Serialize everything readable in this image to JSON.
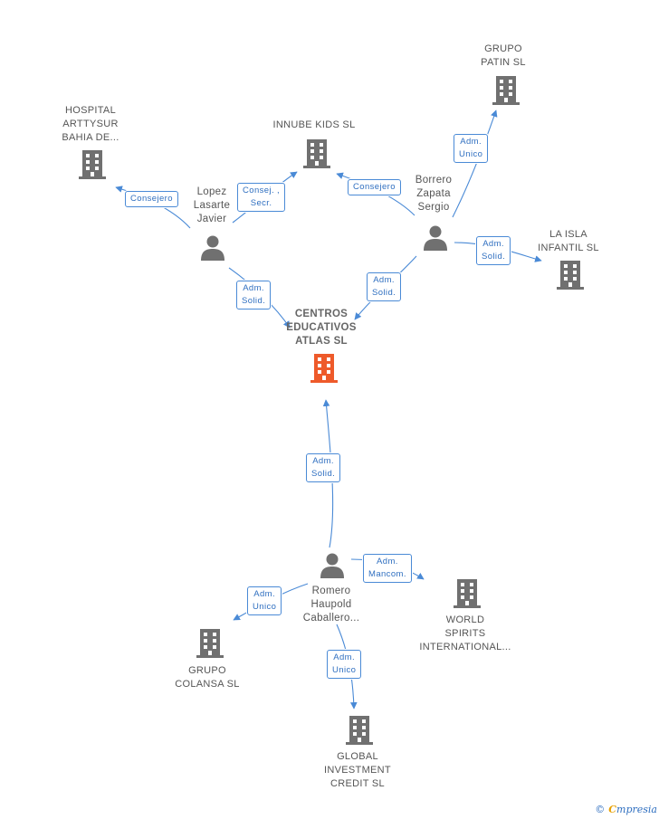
{
  "colors": {
    "edge": "#4a8ad6",
    "building": "#707070",
    "center_building": "#ee5a2a",
    "person": "#707070"
  },
  "nodes": {
    "hospital": [
      "HOSPITAL",
      "ARTTYSUR",
      "BAHIA DE..."
    ],
    "innube": [
      "INNUBE KIDS SL"
    ],
    "grupo_patin": [
      "GRUPO",
      "PATIN SL"
    ],
    "lopez": [
      "Lopez",
      "Lasarte",
      "Javier"
    ],
    "borrero": [
      "Borrero",
      "Zapata",
      "Sergio"
    ],
    "la_isla": [
      "LA ISLA",
      "INFANTIL SL"
    ],
    "centros": [
      "CENTROS",
      "EDUCATIVOS",
      "ATLAS SL"
    ],
    "romero": [
      "Romero",
      "Haupold",
      "Caballero..."
    ],
    "world": [
      "WORLD",
      "SPIRITS",
      "INTERNATIONAL..."
    ],
    "colansa": [
      "GRUPO",
      "COLANSA SL"
    ],
    "global": [
      "GLOBAL",
      "INVESTMENT",
      "CREDIT SL"
    ]
  },
  "edges": {
    "lopez_hospital": [
      "Consejero"
    ],
    "lopez_innube": [
      "Consej. ,",
      "Secr."
    ],
    "borrero_innube": [
      "Consejero"
    ],
    "borrero_patin": [
      "Adm.",
      "Unico"
    ],
    "borrero_isla": [
      "Adm.",
      "Solid."
    ],
    "lopez_centros": [
      "Adm.",
      "Solid."
    ],
    "borrero_centros": [
      "Adm.",
      "Solid."
    ],
    "romero_centros": [
      "Adm.",
      "Solid."
    ],
    "romero_world": [
      "Adm.",
      "Mancom."
    ],
    "romero_colansa": [
      "Adm.",
      "Unico"
    ],
    "romero_global": [
      "Adm.",
      "Unico"
    ]
  },
  "icons": {
    "buildings": [
      "building-icon"
    ],
    "persons": [
      "person-icon"
    ]
  },
  "footer": {
    "copyright": "©",
    "brand_first": "C",
    "brand_rest": "mpresia"
  }
}
